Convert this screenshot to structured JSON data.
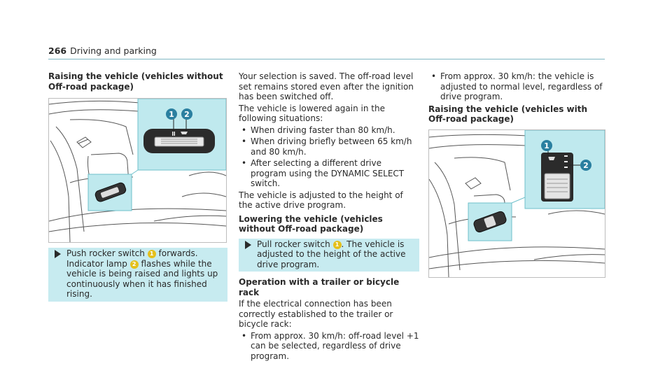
{
  "header": {
    "page_number": "266",
    "section_title": "Driving and parking"
  },
  "col1": {
    "heading": "Raising the vehicle (vehicles without Off-road package)",
    "step_pre": "Push rocker switch ",
    "step_mid": " forwards. Indicator lamp ",
    "step_post": " flashes while the vehicle is being raised and lights up continuously when it has finished rising.",
    "badge1": "1",
    "badge2": "2"
  },
  "col2": {
    "para1": "Your selection is saved. The off-road level set remains stored even after the ignition has been switched off.",
    "para2": "The vehicle is lowered again in the following situations:",
    "bullets": [
      "When driving faster than 80 km/h.",
      "When driving briefly between 65 km/h and 80 km/h.",
      "After selecting a different drive program using the DYNAMIC SELECT switch."
    ],
    "para3": "The vehicle is adjusted to the height of the active drive program.",
    "heading2": "Lowering the vehicle (vehicles without Off-road package)",
    "step_pre": "Pull rocker switch ",
    "step_post": ". The vehicle is adjusted to the height of the active drive program.",
    "badge1": "1",
    "heading3": "Operation with a trailer or bicycle rack",
    "para4": "If the electrical connection has been correctly established to the trailer or bicycle rack:",
    "bullets2": [
      "From approx. 30 km/h: off-road level +1 can be selected, regardless of drive program."
    ]
  },
  "col3": {
    "bullets": [
      "From approx. 30 km/h: the vehicle is adjusted to normal level, regardless of drive program."
    ],
    "heading": "Raising the vehicle (vehicles with Off-road package)"
  },
  "figure_labels": {
    "one": "1",
    "two": "2"
  },
  "colors": {
    "accent": "#c7ebf0",
    "badge": "#e4c01c",
    "rule": "#7fb8c4"
  }
}
